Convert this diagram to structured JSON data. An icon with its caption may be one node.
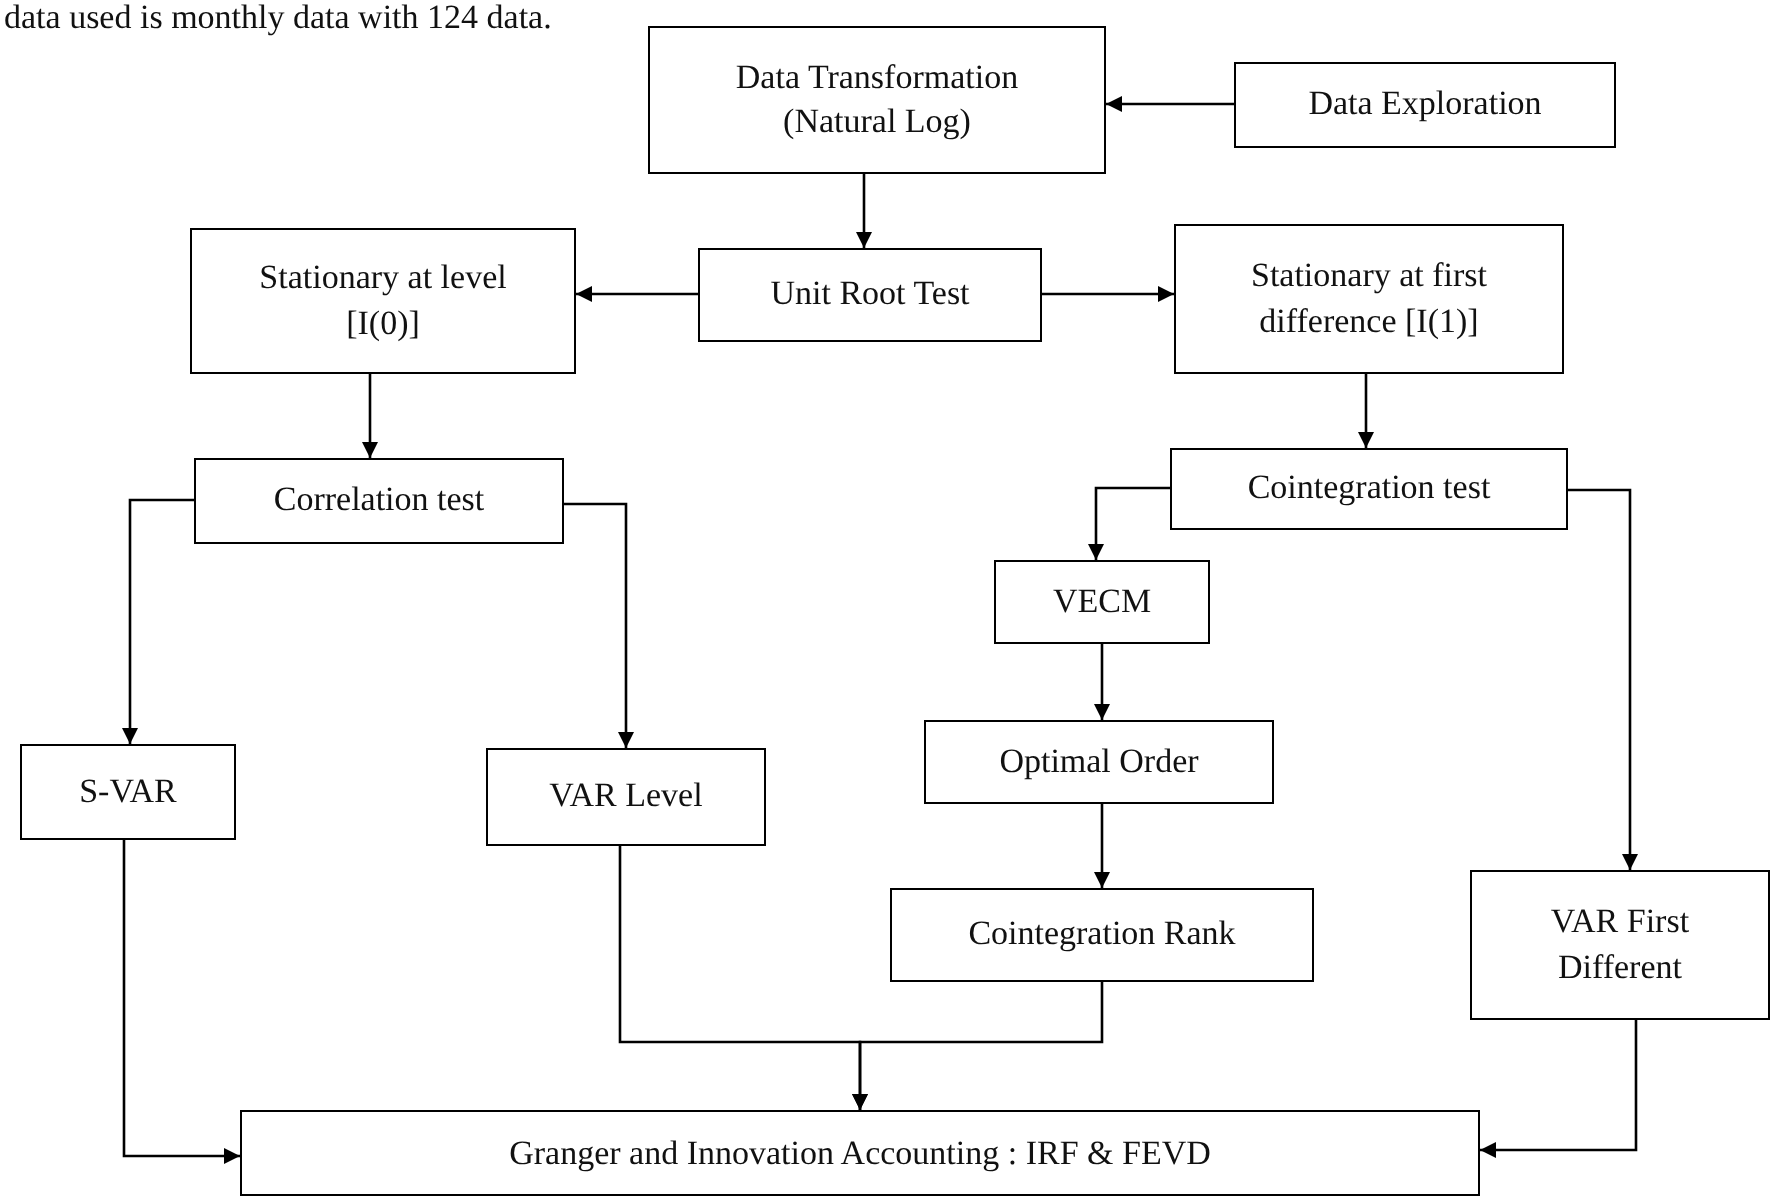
{
  "diagram": {
    "nodes": [
      {
        "text": [
          "Data Transformation (Natural Log)"
        ]
      },
      {
        "text": [
          "Data Exploration"
        ]
      },
      {
        "text": [
          "Stationary at level [I(0)]"
        ]
      },
      {
        "text": [
          "Unit Root Test"
        ]
      },
      {
        "text": [
          "Stationary at first difference [I(1)]"
        ]
      },
      {
        "text": [
          "Correlation test"
        ]
      },
      {
        "text": [
          "Cointegration test"
        ]
      },
      {
        "text": [
          "VECM"
        ]
      },
      {
        "text": [
          "S-VAR"
        ]
      },
      {
        "text": [
          "VAR Level"
        ]
      },
      {
        "text": [
          "Optimal Order"
        ]
      },
      {
        "text": [
          "Cointegration Rank"
        ]
      },
      {
        "text": [
          "VAR First Different"
        ]
      },
      {
        "text": [
          "Granger and Innovation Accounting : IRF & FEVD"
        ]
      }
    ],
    "edges": [
      {
        "from": 1,
        "to": 0,
        "arrow": "to"
      },
      {
        "from": 0,
        "to": 3,
        "arrow": "to"
      },
      {
        "from": 3,
        "to": 2,
        "arrow": "to"
      },
      {
        "from": 3,
        "to": 4,
        "arrow": "to"
      },
      {
        "from": 2,
        "to": 5,
        "arrow": "to"
      },
      {
        "from": 4,
        "to": 6,
        "arrow": "to"
      },
      {
        "from": 5,
        "to": 8,
        "arrow": "to"
      },
      {
        "from": 5,
        "to": 9,
        "arrow": "to"
      },
      {
        "from": 6,
        "to": 7,
        "arrow": "to"
      },
      {
        "from": 6,
        "to": 12,
        "arrow": "to"
      },
      {
        "from": 7,
        "to": 10,
        "arrow": "to"
      },
      {
        "from": 10,
        "to": 11,
        "arrow": "to"
      },
      {
        "from": 8,
        "to": 13,
        "arrow": "to"
      },
      {
        "from": 9,
        "to": 13,
        "arrow": "to"
      },
      {
        "from": 11,
        "to": 13,
        "arrow": "to"
      },
      {
        "from": 12,
        "to": 13,
        "arrow": "to"
      }
    ],
    "labels": [
      "data used is monthly data with 124 data."
    ]
  }
}
